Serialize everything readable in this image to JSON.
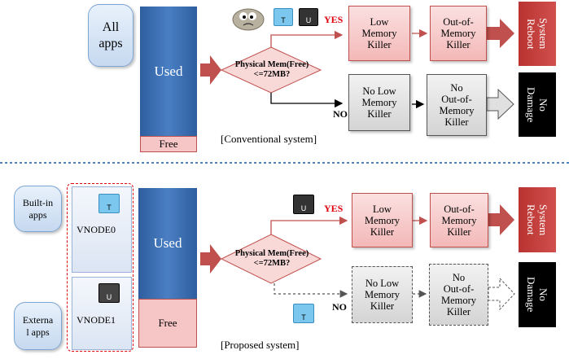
{
  "top": {
    "all_apps": "All\napps",
    "used": "Used",
    "free": "Free",
    "decision": "Physical Mem(Free)\n<=72MB?",
    "yes": "YES",
    "no": "NO",
    "lmk": "Low\nMemory\nKiller",
    "oom": "Out-of-\nMemory\nKiller",
    "reboot": "System\nReboot",
    "no_lmk": "No Low\nMemory\nKiller",
    "no_oom": "No\nOut-of-\nMemory\nKiller",
    "no_damage": "No\nDamage",
    "caption": "[Conventional  system]",
    "bag_t": "T",
    "bag_u": "U"
  },
  "bottom": {
    "builtin_apps": "Built-in\napps",
    "external_apps": "Externa\nl apps",
    "vnode0": "VNODE0",
    "vnode1": "VNODE1",
    "used": "Used",
    "free": "Free",
    "decision": "Physical Mem(Free)\n<=72MB?",
    "yes": "YES",
    "no": "NO",
    "lmk": "Low\nMemory\nKiller",
    "oom": "Out-of-\nMemory\nKiller",
    "reboot": "System\nReboot",
    "no_lmk": "No Low\nMemory\nKiller",
    "no_oom": "No\nOut-of-\nMemory\nKiller",
    "no_damage": "No\nDamage",
    "caption": "[Proposed system]",
    "bag_t": "T",
    "bag_u": "U"
  },
  "colors": {
    "accent_red": "#c0504d",
    "used_blue": "#3b6db0",
    "divider_blue": "#4f81bd"
  }
}
